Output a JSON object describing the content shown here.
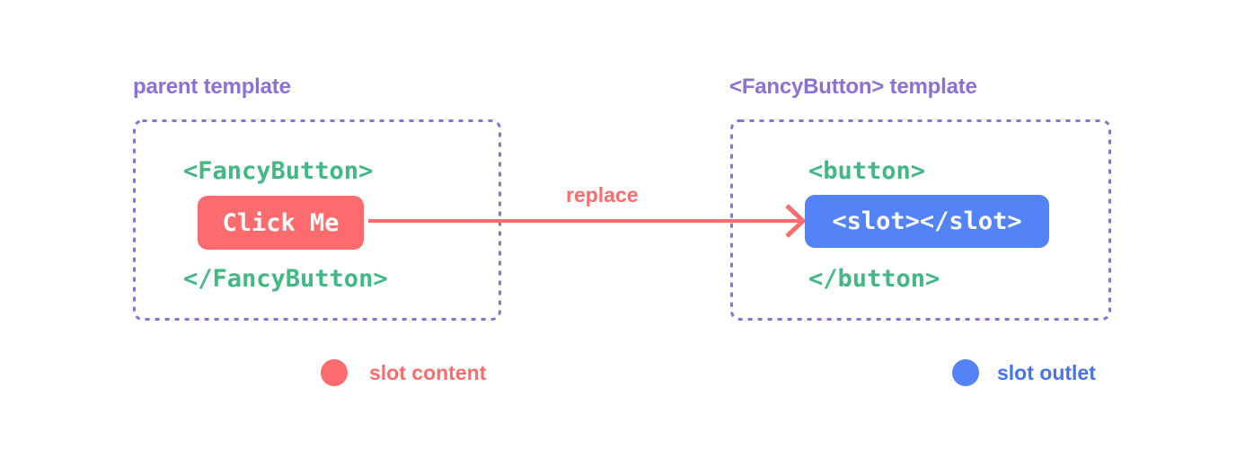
{
  "colors": {
    "purple": "#8a72d5",
    "green": "#42b883",
    "red": "#fc6b6d",
    "blue": "#5383f6",
    "blue_text": "#4573ef",
    "code_white": "#ffffff",
    "background": "#ffffff"
  },
  "parent_panel": {
    "title": "parent template",
    "open_tag": "<FancyButton>",
    "button_label": "Click Me",
    "close_tag": "</FancyButton>"
  },
  "fancy_button_panel": {
    "title": "<FancyButton> template",
    "open_tag": "<button>",
    "slot_code": "<slot></slot>",
    "close_tag": "</button>"
  },
  "arrow": {
    "label": "replace"
  },
  "legend": {
    "slot_content": {
      "label": "slot content"
    },
    "slot_outlet": {
      "label": "slot outlet"
    }
  }
}
